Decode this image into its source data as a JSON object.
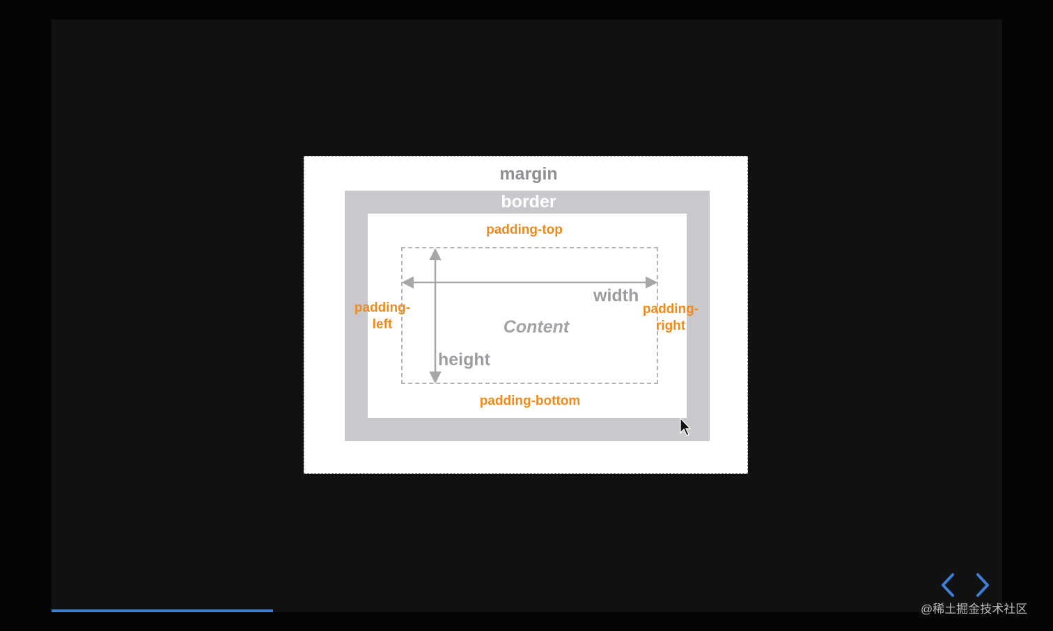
{
  "diagram": {
    "margin_label": "margin",
    "border_label": "border",
    "padding_top_label": "padding-top",
    "padding_bottom_label": "padding-bottom",
    "padding_left_line1": "padding-",
    "padding_left_line2": "left",
    "padding_right_line1": "padding-",
    "padding_right_line2": "right",
    "width_label": "width",
    "height_label": "height",
    "content_label": "Content"
  },
  "colors": {
    "background": "#111111",
    "margin_fill": "#ffffff",
    "border_fill": "#c9c8cc",
    "padding_label": "#ef8a1c",
    "dimension_label": "#9d9da1",
    "accent": "#3b7fd9"
  },
  "player": {
    "progress": 0.233,
    "prev_icon": "chevron-left-icon",
    "next_icon": "chevron-right-icon"
  },
  "watermark": "@稀土掘金技术社区"
}
